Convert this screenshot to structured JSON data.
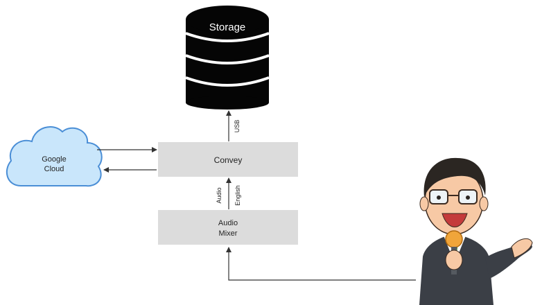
{
  "nodes": {
    "storage": {
      "label": "Storage"
    },
    "convey": {
      "label": "Convey"
    },
    "cloud": {
      "line1": "Google",
      "line2": "Cloud"
    },
    "mixer": {
      "line1": "Audio",
      "line2": "Mixer"
    }
  },
  "edges": {
    "usb": "USB",
    "audio": "Audio",
    "english": "English"
  },
  "colors": {
    "box_fill": "#dcdcdc",
    "cloud_fill": "#c9e6fb",
    "cloud_stroke": "#4a8ed6",
    "storage_fill": "#050505",
    "line": "#333333"
  }
}
